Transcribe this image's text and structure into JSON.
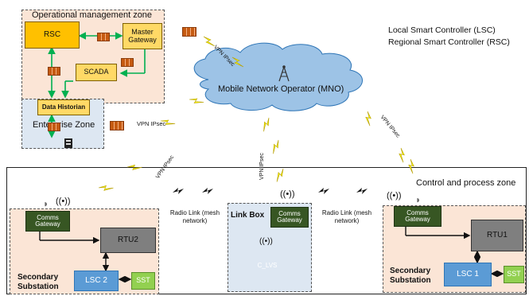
{
  "colors": {
    "zone_fill": "#fbe5d6",
    "enterprise_fill": "#dde7f2",
    "gold": "#ffc000",
    "gold_light": "#ffd966",
    "dark_green": "#375623",
    "grey": "#7f7f7f",
    "blue": "#5b9bd5",
    "green": "#92d050",
    "cloud": "#9dc3e6",
    "link": "#00b050",
    "bolt": "#ffff00",
    "wall": "#c55a11"
  },
  "legend": {
    "lsc": "Local Smart Controller (LSC)",
    "rsc": "Regional Smart Controller (RSC)"
  },
  "operational": {
    "title": "Operational management zone",
    "rsc": "RSC",
    "master_gateway": "Master Gateway",
    "scada": "SCADA",
    "data_historian": "Data Historian"
  },
  "enterprise": {
    "title": "Enterprise Zone"
  },
  "mno": {
    "label": "Mobile Network Operator (MNO)"
  },
  "vpn_labels": [
    "VPN IPsec",
    "VPN IPsec",
    "VPN IPsec",
    "VPN IPsec",
    "VPN IPsec"
  ],
  "control": {
    "title": "Control and process zone"
  },
  "left_sub": {
    "comms": "Comms Gateway",
    "rtu": "RTU2",
    "lsc": "LSC 2",
    "sst": "SST",
    "title": "Secondary Substation"
  },
  "right_sub": {
    "comms": "Comms Gateway",
    "rtu": "RTU1",
    "lsc": "LSC 1",
    "sst": "SST",
    "title": "Secondary Substation"
  },
  "link_box": {
    "title": "Link Box",
    "comms": "Comms Gateway",
    "lvs": "C_LVS"
  },
  "radio_links": [
    "Radio Link (mesh network)",
    "Radio Link (mesh network)"
  ],
  "icons": [
    "firewall-icon",
    "antenna-icon",
    "satellite-dish-icon",
    "radio-tower-icon",
    "lightning-icon",
    "server-icon"
  ]
}
